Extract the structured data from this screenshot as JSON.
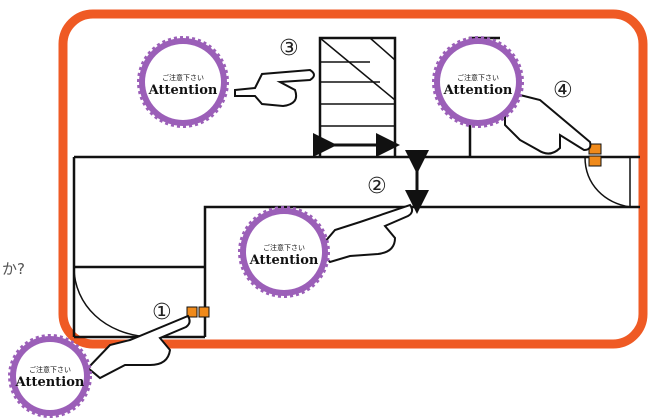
{
  "colors": {
    "frame": "#ef5a24",
    "badge": "#9b5fb8",
    "marker": "#f08a1a",
    "line": "#111111"
  },
  "side_text": "か?",
  "badges": [
    {
      "id": "badge-1",
      "small": "ご注意下さい",
      "big": "Attention",
      "icon": "attention-burst-icon"
    },
    {
      "id": "badge-2",
      "small": "ご注意下さい",
      "big": "Attention",
      "icon": "attention-burst-icon"
    },
    {
      "id": "badge-3",
      "small": "ご注意下さい",
      "big": "Attention",
      "icon": "attention-burst-icon"
    },
    {
      "id": "badge-4",
      "small": "ご注意下さい",
      "big": "Attention",
      "icon": "attention-burst-icon"
    }
  ],
  "markers": [
    {
      "label": "①"
    },
    {
      "label": "②"
    },
    {
      "label": "③"
    },
    {
      "label": "④"
    }
  ]
}
